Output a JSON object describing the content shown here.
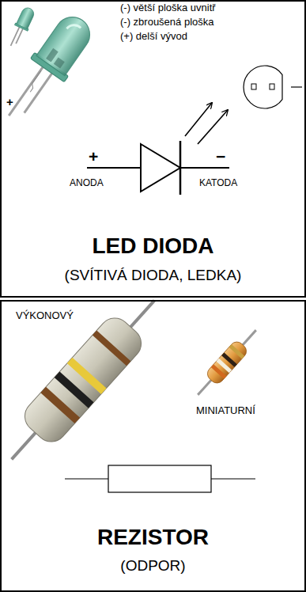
{
  "diagram": {
    "nodes": [
      {
        "text": [
          "LED DIODA",
          "(SVÍTIVÁ DIODA, LEDKA)"
        ]
      },
      {
        "text": [
          "REZISTOR",
          "(ODPOR)"
        ]
      }
    ],
    "labels": [
      "(-) větší ploška uvnitř",
      "(-) zbroušená ploška",
      "(+) delší vývod",
      "+",
      "+",
      "ANODA",
      "−",
      "KATODA",
      "VÝKONOVÝ",
      "MINIATURNÍ"
    ]
  }
}
